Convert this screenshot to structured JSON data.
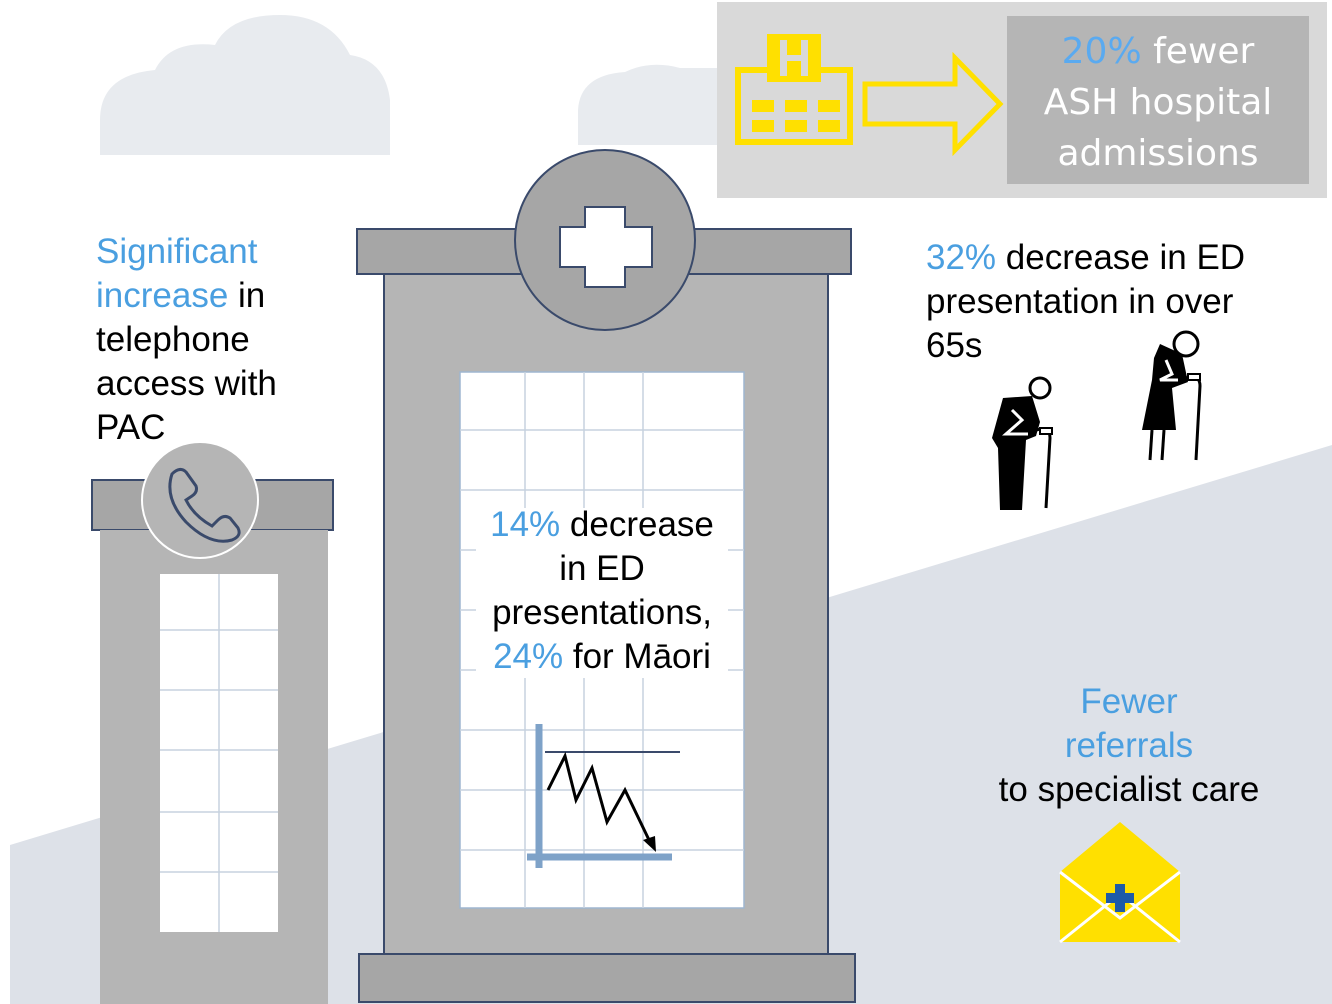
{
  "colors": {
    "highlight": "#4a9fe0",
    "building_gray": "#b5b5b5",
    "building_dark": "#a6a6a6",
    "outline": "#3a4a6b",
    "accent_yellow": "#ffe000",
    "cloud": "#e8ebef",
    "road": "#dde1e8"
  },
  "icons": [
    "cloud-shape",
    "hospital-building-icon",
    "arrow-icon",
    "plus-icon",
    "telephone-icon",
    "elderly-person-icon",
    "falling-chart-icon",
    "envelope-medical-icon"
  ],
  "admissions_box": {
    "highlight": "20%",
    "line1_rest": " fewer",
    "line2": "ASH hospital",
    "line3": "admissions"
  },
  "telephone_stat": {
    "line1": "Significant",
    "line2_highlight": "increase",
    "line2_rest": " in",
    "line3": "telephone",
    "line4": "access with",
    "line5": "PAC"
  },
  "ed_stat": {
    "line1_highlight": "14%",
    "line1_rest": " decrease",
    "line2": "in ED",
    "line3": "presentations,",
    "line4_highlight": "24%",
    "line4_rest": " for Māori"
  },
  "over65_stat": {
    "line1_highlight": "32%",
    "line1_rest": " decrease in ED",
    "line2": "presentation in over",
    "line3": "65s"
  },
  "referrals_stat": {
    "line1": "Fewer",
    "line2": "referrals",
    "line3": "to specialist care"
  }
}
